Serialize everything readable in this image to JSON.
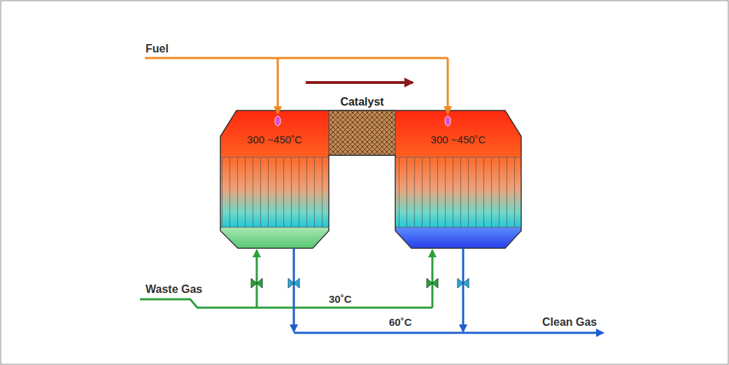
{
  "diagram": {
    "nodes": [
      {
        "text": [
          "300 ~450˚C"
        ]
      },
      {
        "text": [
          "Catalyst"
        ]
      },
      {
        "text": [
          "300 ~450˚C"
        ]
      }
    ],
    "labels": [
      "Fuel",
      "Waste Gas",
      "30˚C",
      "60˚C",
      "Clean Gas"
    ]
  }
}
